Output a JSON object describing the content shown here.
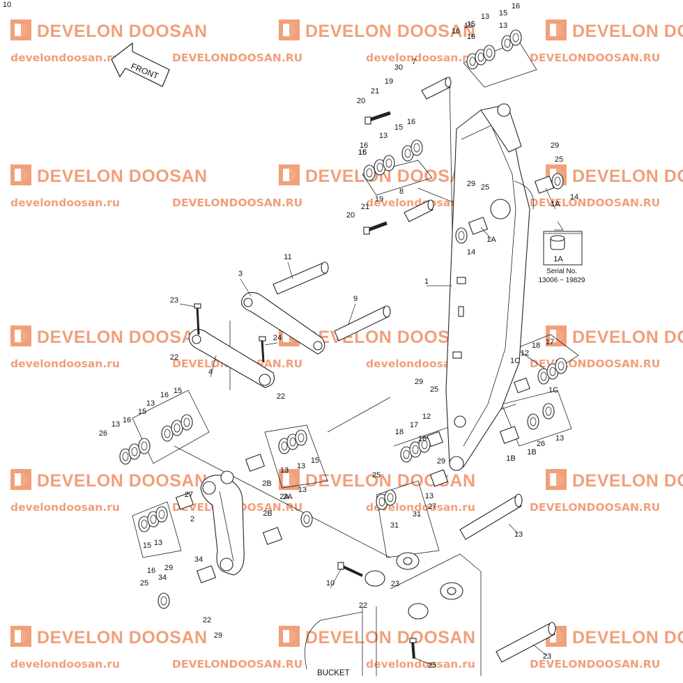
{
  "watermark": {
    "brand": "DEVELON DOOSAN",
    "url_lower": "develondoosan.ru",
    "url_upper": "DEVELONDOOSAN.RU",
    "logo_color": "#f0a07a",
    "text_color": "#f0a07a",
    "logo_icon": "develon-logo-icon"
  },
  "front_label": "FRONT",
  "bucket_label": "BUCKET",
  "serial_box": {
    "ref": "1A",
    "line1": "Serial No.",
    "line2": "13006 ~ 19829"
  },
  "callouts": [
    "16",
    "15",
    "13",
    "15",
    "16",
    "16",
    "15",
    "13",
    "7",
    "30",
    "19",
    "21",
    "20",
    "15",
    "16",
    "13",
    "15",
    "16",
    "16",
    "29",
    "25",
    "14",
    "1A",
    "8",
    "19",
    "21",
    "20",
    "29",
    "25",
    "1A",
    "14",
    "11",
    "3",
    "1",
    "23",
    "9",
    "24",
    "22",
    "4",
    "22",
    "29",
    "25",
    "17",
    "18",
    "12",
    "1C",
    "18",
    "17",
    "12",
    "1C",
    "26",
    "13",
    "16",
    "15",
    "13",
    "16",
    "15",
    "13",
    "13",
    "15",
    "16",
    "29",
    "25",
    "31",
    "27",
    "13",
    "1B",
    "1B",
    "13",
    "31",
    "26",
    "27",
    "2",
    "2B",
    "2B",
    "2A",
    "13",
    "15",
    "16",
    "29",
    "25",
    "34",
    "13",
    "34",
    "2A",
    "13",
    "10",
    "23",
    "22",
    "22",
    "29",
    "25",
    "23",
    "10"
  ]
}
